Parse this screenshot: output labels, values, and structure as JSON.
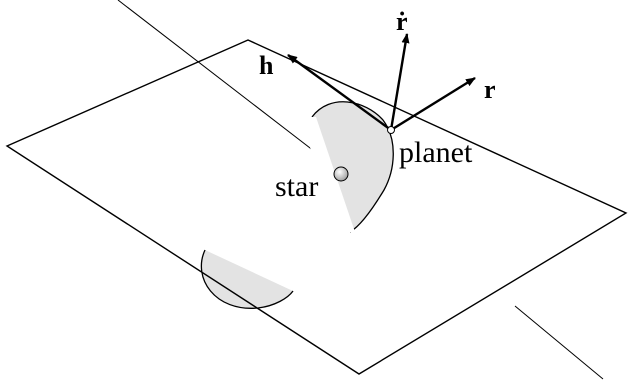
{
  "diagram": {
    "labels": {
      "h": "h",
      "r_dot": "ṙ",
      "r": "r",
      "planet": "planet",
      "star": "star"
    },
    "colors": {
      "line": "#000000",
      "orbit_fill": "#e3e3e3",
      "background": "#ffffff"
    }
  }
}
